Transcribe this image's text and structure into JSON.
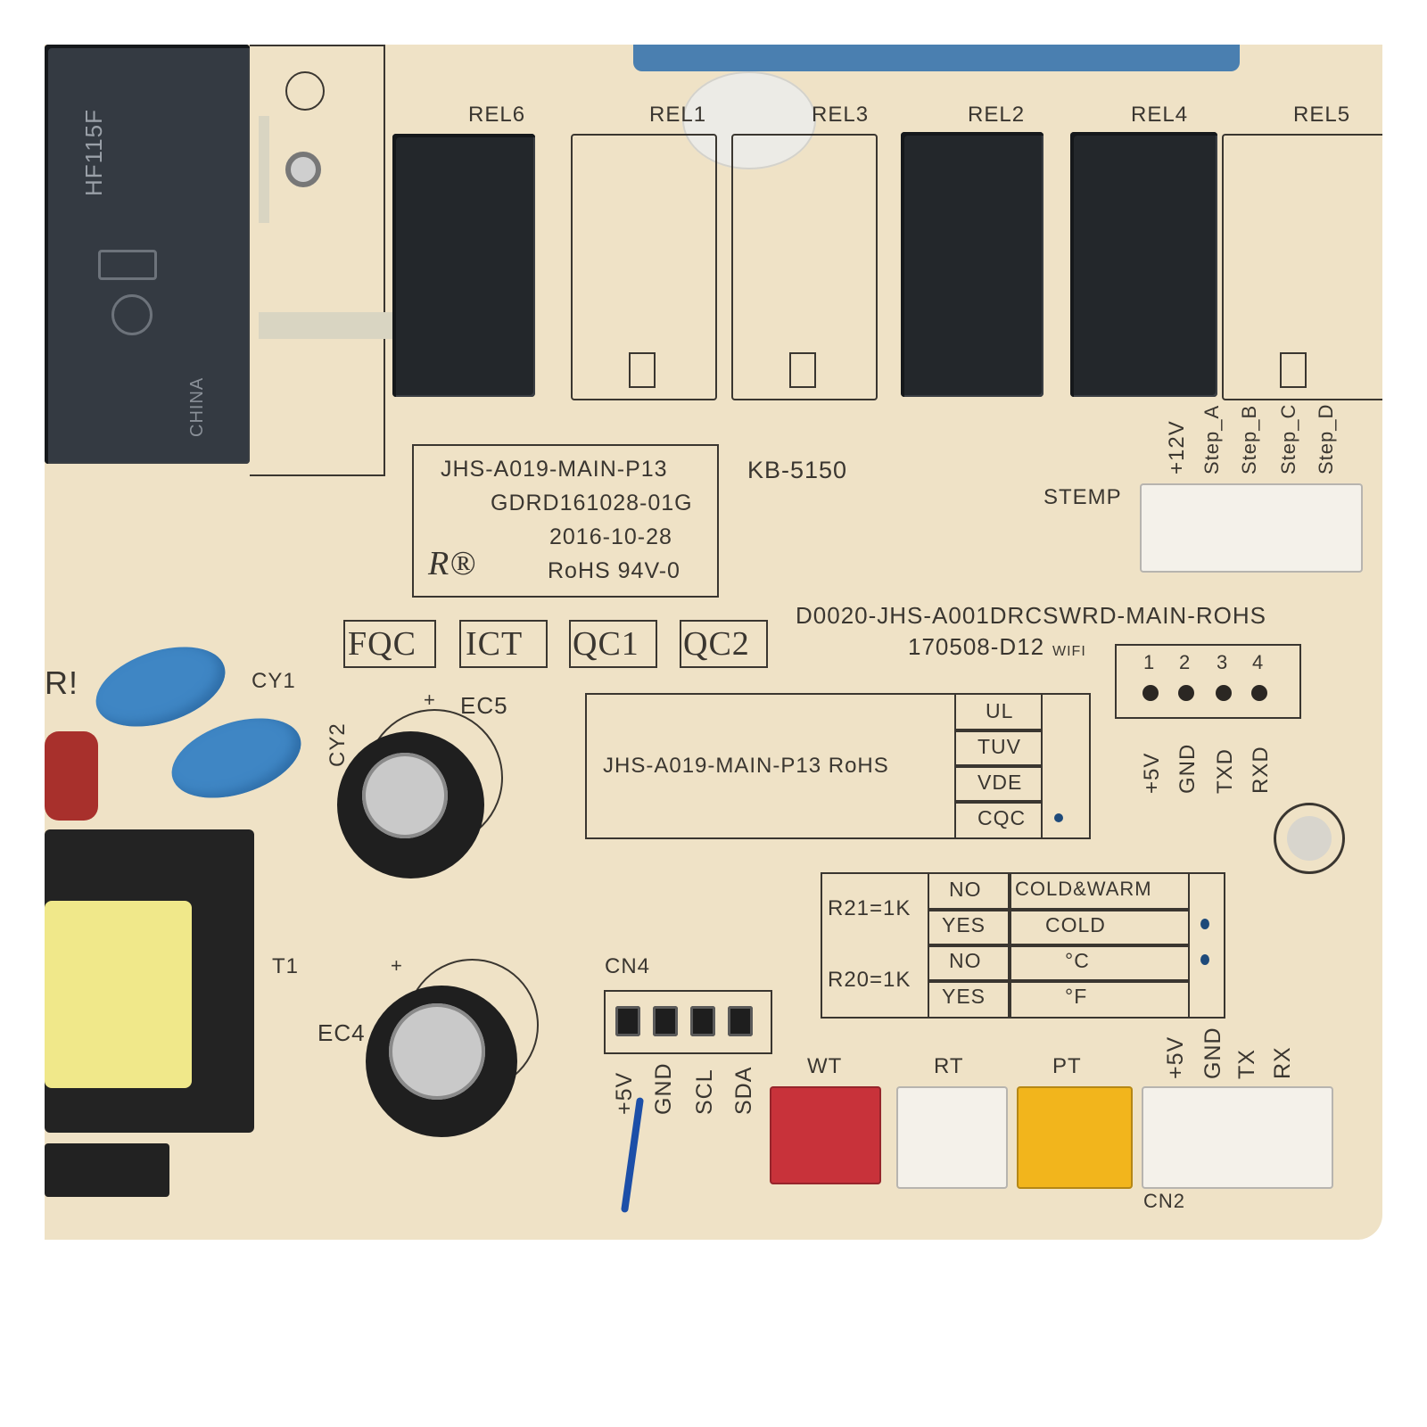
{
  "board": {
    "relays": [
      "REL6",
      "REL1",
      "REL3",
      "REL2",
      "REL4",
      "REL5"
    ],
    "id_block": {
      "model": "JHS-A019-MAIN-P13",
      "code": "GDRD161028-01G",
      "date": "2016-10-28",
      "rohs": "RoHS 94V-0",
      "registered_mark": "R®"
    },
    "part_no": "KB-5150",
    "inspection_boxes": [
      "FQC",
      "ICT",
      "QC1",
      "QC2"
    ],
    "design_code": "D0020-JHS-A001DRCSWRD-MAIN-ROHS",
    "design_date": "170508-D12",
    "wifi_label": "WIFI",
    "cert_table": {
      "model": "JHS-A019-MAIN-P13 RoHS",
      "rows": [
        "UL",
        "TUV",
        "VDE",
        "CQC"
      ]
    },
    "stemp": {
      "label": "STEMP",
      "pins": [
        "+12V",
        "Step_A",
        "Step_B",
        "Step_C",
        "Step_D"
      ]
    },
    "wifi_header": {
      "numbers": [
        "1",
        "2",
        "3",
        "4"
      ],
      "pins": [
        "+5V",
        "GND",
        "TXD",
        "RXD"
      ]
    },
    "config_table": {
      "r21": "R21=1K",
      "r20": "R20=1K",
      "rows": [
        {
          "opt": "NO",
          "val": "COLD&WARM"
        },
        {
          "opt": "YES",
          "val": "COLD"
        },
        {
          "opt": "NO",
          "val": "°C"
        },
        {
          "opt": "YES",
          "val": "°F"
        }
      ]
    },
    "components": {
      "cy1": "CY1",
      "cy2": "CY2",
      "ec5": "EC5",
      "ec4": "EC4",
      "t1": "T1",
      "plus": "+",
      "warning": "R!",
      "relay_marking": "HF115F",
      "relay_origin": "CHINA"
    },
    "cn4": {
      "label": "CN4",
      "pins": [
        "+5V",
        "GND",
        "SCL",
        "SDA"
      ]
    },
    "sensors": [
      "WT",
      "RT",
      "PT"
    ],
    "cn2": {
      "label": "CN2",
      "pins": [
        "+5V",
        "GND",
        "TX",
        "RX"
      ]
    },
    "colors": {
      "pcb": "#efe2c6",
      "relay": "#23272b",
      "wt_connector": "#c8323a",
      "pt_connector": "#f2b51c",
      "white_connector": "#f4f1ea",
      "capacitor_blue": "#3f86c4",
      "transformer_yellow": "#f0e88a"
    }
  }
}
